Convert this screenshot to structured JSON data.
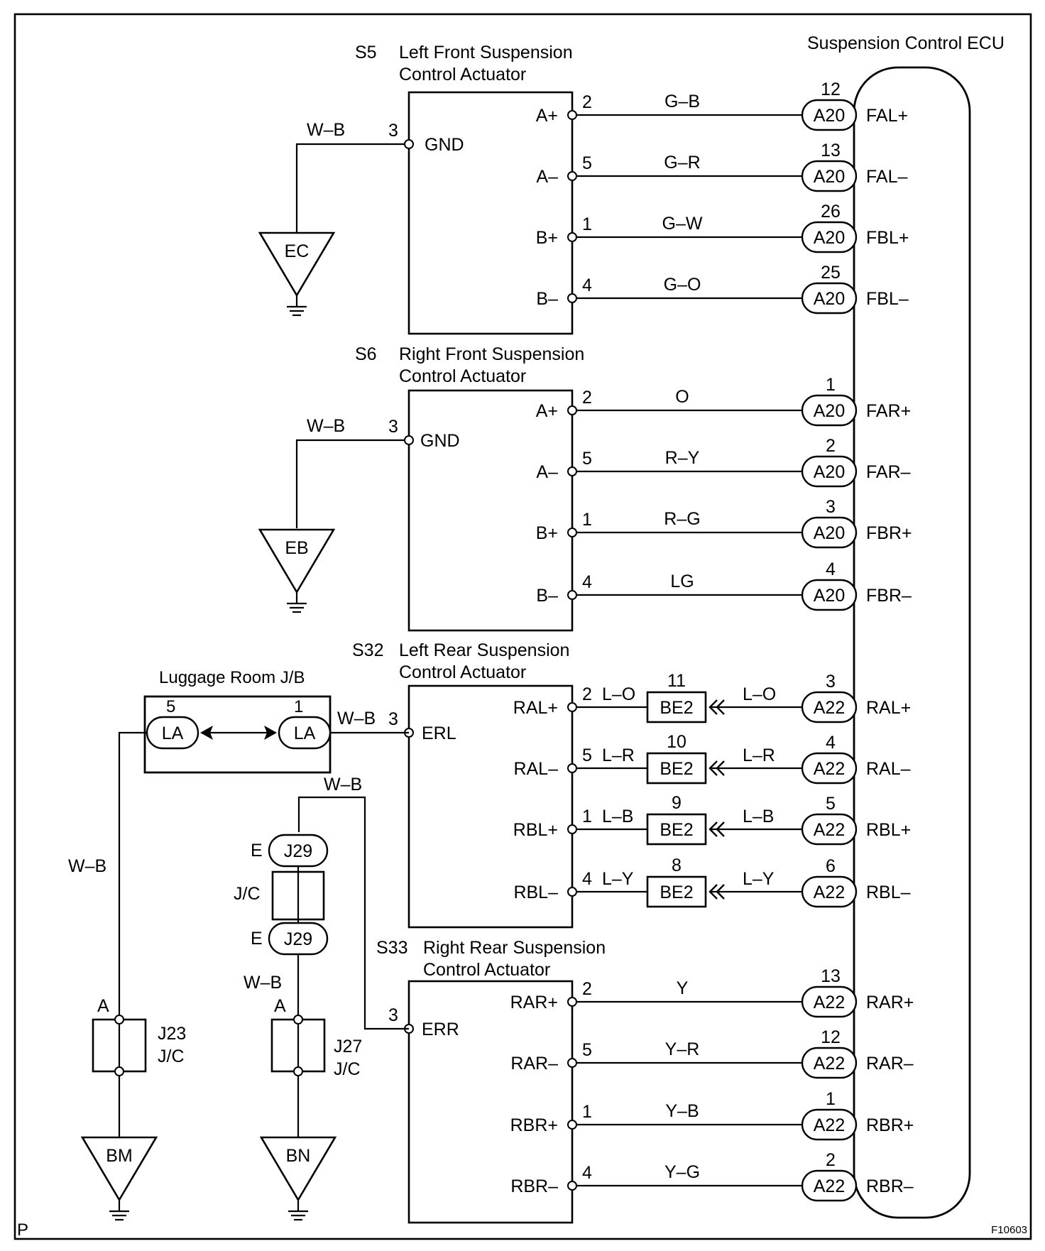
{
  "ecu": {
    "title": "Suspension Control ECU",
    "pins": [
      {
        "num": "12",
        "conn": "A20",
        "term": "FAL+"
      },
      {
        "num": "13",
        "conn": "A20",
        "term": "FAL–"
      },
      {
        "num": "26",
        "conn": "A20",
        "term": "FBL+"
      },
      {
        "num": "25",
        "conn": "A20",
        "term": "FBL–"
      },
      {
        "num": "1",
        "conn": "A20",
        "term": "FAR+"
      },
      {
        "num": "2",
        "conn": "A20",
        "term": "FAR–"
      },
      {
        "num": "3",
        "conn": "A20",
        "term": "FBR+"
      },
      {
        "num": "4",
        "conn": "A20",
        "term": "FBR–"
      },
      {
        "num": "3",
        "conn": "A22",
        "term": "RAL+"
      },
      {
        "num": "4",
        "conn": "A22",
        "term": "RAL–"
      },
      {
        "num": "5",
        "conn": "A22",
        "term": "RBL+"
      },
      {
        "num": "6",
        "conn": "A22",
        "term": "RBL–"
      },
      {
        "num": "13",
        "conn": "A22",
        "term": "RAR+"
      },
      {
        "num": "12",
        "conn": "A22",
        "term": "RAR–"
      },
      {
        "num": "1",
        "conn": "A22",
        "term": "RBR+"
      },
      {
        "num": "2",
        "conn": "A22",
        "term": "RBR–"
      }
    ]
  },
  "actuators": [
    {
      "code": "S5",
      "name1": "Left Front Suspension",
      "name2": "Control Actuator",
      "gnd_label": "GND",
      "gnd_pin": "3",
      "gnd_wire": "W–B",
      "ground": "EC",
      "terms": [
        {
          "label": "A+",
          "pin": "2",
          "wire": "G–B"
        },
        {
          "label": "A–",
          "pin": "5",
          "wire": "G–R"
        },
        {
          "label": "B+",
          "pin": "1",
          "wire": "G–W"
        },
        {
          "label": "B–",
          "pin": "4",
          "wire": "G–O"
        }
      ]
    },
    {
      "code": "S6",
      "name1": "Right Front Suspension",
      "name2": "Control Actuator",
      "gnd_label": "GND",
      "gnd_pin": "3",
      "gnd_wire": "W–B",
      "ground": "EB",
      "terms": [
        {
          "label": "A+",
          "pin": "2",
          "wire": "O"
        },
        {
          "label": "A–",
          "pin": "5",
          "wire": "R–Y"
        },
        {
          "label": "B+",
          "pin": "1",
          "wire": "R–G"
        },
        {
          "label": "B–",
          "pin": "4",
          "wire": "LG"
        }
      ]
    },
    {
      "code": "S32",
      "name1": "Left Rear Suspension",
      "name2": "Control Actuator",
      "gnd_label": "ERL",
      "gnd_pin": "3",
      "gnd_wire": "W–B",
      "terms": [
        {
          "label": "RAL+",
          "pin": "2",
          "wire": "L–O",
          "be2_pin": "11",
          "ecu_wire": "L–O"
        },
        {
          "label": "RAL–",
          "pin": "5",
          "wire": "L–R",
          "be2_pin": "10",
          "ecu_wire": "L–R"
        },
        {
          "label": "RBL+",
          "pin": "1",
          "wire": "L–B",
          "be2_pin": "9",
          "ecu_wire": "L–B"
        },
        {
          "label": "RBL–",
          "pin": "4",
          "wire": "L–Y",
          "be2_pin": "8",
          "ecu_wire": "L–Y"
        }
      ]
    },
    {
      "code": "S33",
      "name1": "Right Rear Suspension",
      "name2": "Control Actuator",
      "gnd_label": "ERR",
      "gnd_pin": "3",
      "terms": [
        {
          "label": "RAR+",
          "pin": "2",
          "wire": "Y"
        },
        {
          "label": "RAR–",
          "pin": "5",
          "wire": "Y–R"
        },
        {
          "label": "RBR+",
          "pin": "1",
          "wire": "Y–B"
        },
        {
          "label": "RBR–",
          "pin": "4",
          "wire": "Y–G"
        }
      ]
    }
  ],
  "be2_label": "BE2",
  "luggage_jb": {
    "title": "Luggage Room J/B",
    "left_pin": "5",
    "right_pin": "1",
    "conn": "LA"
  },
  "wires": {
    "wb": "W–B"
  },
  "j29": {
    "pin_label": "E",
    "conn": "J29",
    "jc": "J/C"
  },
  "j23": {
    "pin_label": "A",
    "name": "J23",
    "jc": "J/C",
    "ground": "BM"
  },
  "j27": {
    "pin_label": "A",
    "name": "J27",
    "jc": "J/C",
    "ground": "BN"
  },
  "footer": {
    "left": "P",
    "right": "F10603"
  }
}
